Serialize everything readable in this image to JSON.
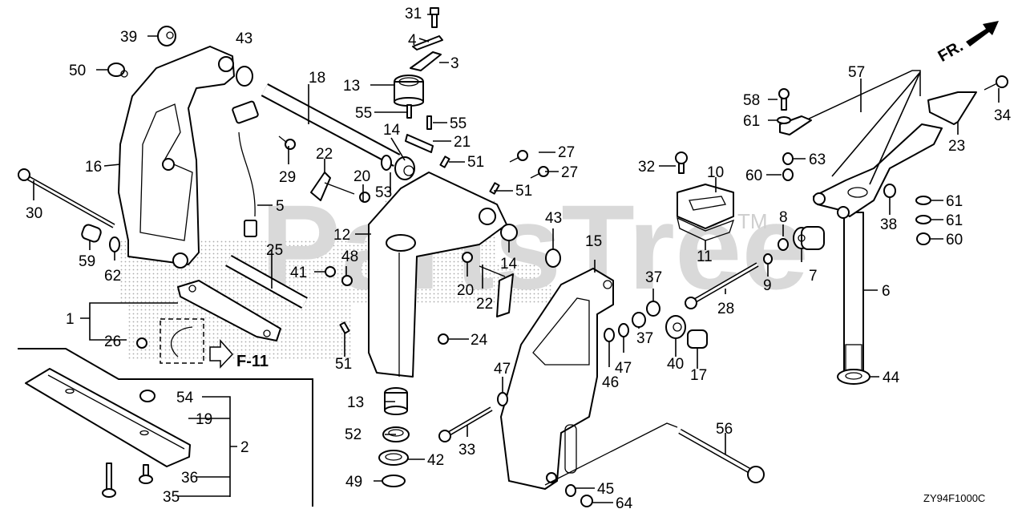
{
  "diagram": {
    "watermark": "PartsTree",
    "trademark": "TM",
    "direction_label": "FR.",
    "reference_label": "F-11",
    "drawing_code": "ZY94F1000C",
    "callouts": [
      {
        "id": "c31",
        "label": "31"
      },
      {
        "id": "c4",
        "label": "4"
      },
      {
        "id": "c3",
        "label": "3"
      },
      {
        "id": "c13a",
        "label": "13"
      },
      {
        "id": "c55a",
        "label": "55"
      },
      {
        "id": "c55b",
        "label": "55"
      },
      {
        "id": "c21",
        "label": "21"
      },
      {
        "id": "c14a",
        "label": "14"
      },
      {
        "id": "c53",
        "label": "53"
      },
      {
        "id": "c51a",
        "label": "51"
      },
      {
        "id": "c27a",
        "label": "27"
      },
      {
        "id": "c27b",
        "label": "27"
      },
      {
        "id": "c51b",
        "label": "51"
      },
      {
        "id": "c20a",
        "label": "20"
      },
      {
        "id": "c22a",
        "label": "22"
      },
      {
        "id": "c39",
        "label": "39"
      },
      {
        "id": "c43a",
        "label": "43"
      },
      {
        "id": "c50",
        "label": "50"
      },
      {
        "id": "c18",
        "label": "18"
      },
      {
        "id": "c29",
        "label": "29"
      },
      {
        "id": "c16",
        "label": "16"
      },
      {
        "id": "c30",
        "label": "30"
      },
      {
        "id": "c5",
        "label": "5"
      },
      {
        "id": "c59",
        "label": "59"
      },
      {
        "id": "c62",
        "label": "62"
      },
      {
        "id": "c25",
        "label": "25"
      },
      {
        "id": "c12",
        "label": "12"
      },
      {
        "id": "c41",
        "label": "41"
      },
      {
        "id": "c48",
        "label": "48"
      },
      {
        "id": "c1",
        "label": "1"
      },
      {
        "id": "c26",
        "label": "26"
      },
      {
        "id": "c51c",
        "label": "51"
      },
      {
        "id": "c24",
        "label": "24"
      },
      {
        "id": "c20b",
        "label": "20"
      },
      {
        "id": "c22b",
        "label": "22"
      },
      {
        "id": "c14b",
        "label": "14"
      },
      {
        "id": "c43b",
        "label": "43"
      },
      {
        "id": "c15",
        "label": "15"
      },
      {
        "id": "c54",
        "label": "54"
      },
      {
        "id": "c19",
        "label": "19"
      },
      {
        "id": "c2",
        "label": "2"
      },
      {
        "id": "c36",
        "label": "36"
      },
      {
        "id": "c35",
        "label": "35"
      },
      {
        "id": "c13b",
        "label": "13"
      },
      {
        "id": "c52",
        "label": "52"
      },
      {
        "id": "c42",
        "label": "42"
      },
      {
        "id": "c49",
        "label": "49"
      },
      {
        "id": "c33",
        "label": "33"
      },
      {
        "id": "c47a",
        "label": "47"
      },
      {
        "id": "c46",
        "label": "46"
      },
      {
        "id": "c47b",
        "label": "47"
      },
      {
        "id": "c37a",
        "label": "37"
      },
      {
        "id": "c37b",
        "label": "37"
      },
      {
        "id": "c40",
        "label": "40"
      },
      {
        "id": "c17",
        "label": "17"
      },
      {
        "id": "c45",
        "label": "45"
      },
      {
        "id": "c64",
        "label": "64"
      },
      {
        "id": "c56",
        "label": "56"
      },
      {
        "id": "c32",
        "label": "32"
      },
      {
        "id": "c10",
        "label": "10"
      },
      {
        "id": "c11",
        "label": "11"
      },
      {
        "id": "c8",
        "label": "8"
      },
      {
        "id": "c9",
        "label": "9"
      },
      {
        "id": "c28",
        "label": "28"
      },
      {
        "id": "c7",
        "label": "7"
      },
      {
        "id": "c6",
        "label": "6"
      },
      {
        "id": "c44",
        "label": "44"
      },
      {
        "id": "c57",
        "label": "57"
      },
      {
        "id": "c58",
        "label": "58"
      },
      {
        "id": "c61a",
        "label": "61"
      },
      {
        "id": "c63",
        "label": "63"
      },
      {
        "id": "c60a",
        "label": "60"
      },
      {
        "id": "c23",
        "label": "23"
      },
      {
        "id": "c34",
        "label": "34"
      },
      {
        "id": "c38",
        "label": "38"
      },
      {
        "id": "c61b",
        "label": "61"
      },
      {
        "id": "c61c",
        "label": "61"
      },
      {
        "id": "c60b",
        "label": "60"
      }
    ]
  }
}
